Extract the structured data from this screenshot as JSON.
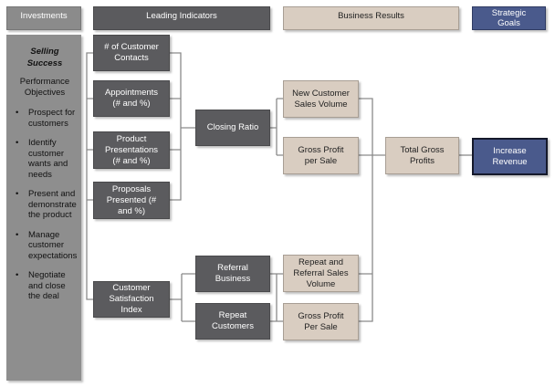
{
  "headers": {
    "investments": "Investments",
    "leading_indicators": "Leading Indicators",
    "business_results": "Business Results",
    "strategic_goals": "Strategic\nGoals"
  },
  "investments_panel": {
    "title_line1": "Selling",
    "title_line2": "Success",
    "subtitle_line1": "Performance",
    "subtitle_line2": "Objectives",
    "bullet_glyph": "•",
    "objectives": [
      "Prospect for customers",
      "Identify customer wants and needs",
      "Present and demonstrate the product",
      "Manage customer expectations",
      "Negotiate and close the deal"
    ]
  },
  "leading_indicators": {
    "customer_contacts": "# of Customer Contacts",
    "appointments": "Appointments (# and %)",
    "product_presentations": "Product Presentations (# and %)",
    "proposals_presented": "Proposals Presented (# and %)",
    "customer_satisfaction_index": "Customer Satisfaction Index",
    "closing_ratio": "Closing Ratio",
    "referral_business": "Referral Business",
    "repeat_customers": "Repeat Customers"
  },
  "business_results": {
    "new_customer_sales_volume": "New Customer Sales Volume",
    "gross_profit_per_sale_1": "Gross Profit per Sale",
    "repeat_referral_sales_volume": "Repeat and Referral Sales Volume",
    "gross_profit_per_sale_2": "Gross Profit Per Sale",
    "total_gross_profits": "Total Gross Profits"
  },
  "strategic_goals": {
    "increase_revenue": "Increase Revenue"
  },
  "colors": {
    "leading_indicator": "#5b5b5e",
    "business_result": "#d9cdc1",
    "strategic_goal": "#4a5a8c",
    "investment": "#8e8e8e",
    "connector": "#8a8a8a"
  }
}
